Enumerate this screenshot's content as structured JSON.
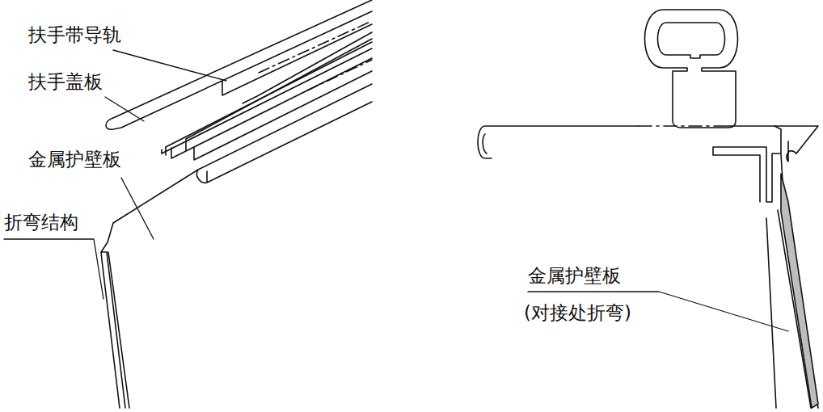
{
  "diagram": {
    "labels": [
      "扶手带导轨",
      "扶手盖板",
      "金属护壁板",
      "折弯结构",
      "金属护壁板",
      "(对接处折弯)"
    ]
  }
}
